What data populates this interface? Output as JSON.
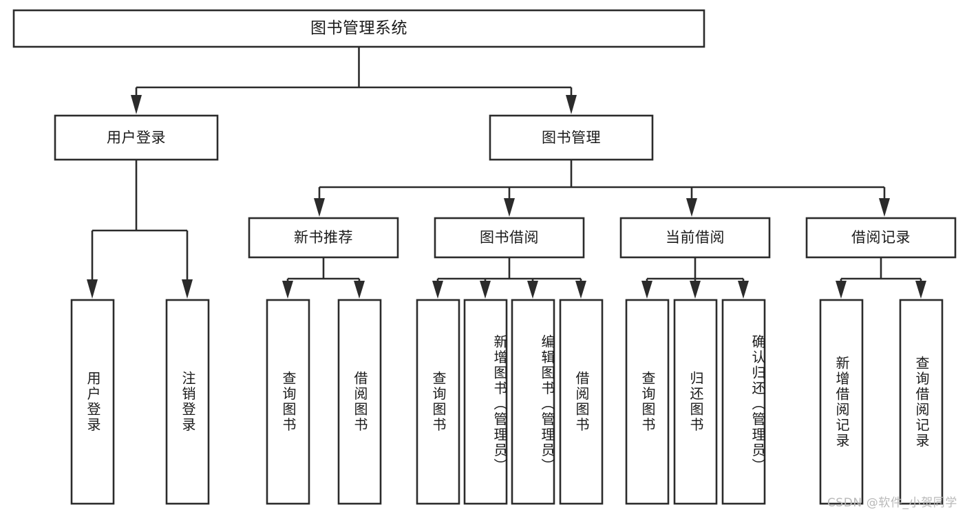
{
  "diagram": {
    "type": "tree",
    "title": "图书管理系统",
    "orientation": "top-down",
    "colors": {
      "box_stroke": "#2b2b2b",
      "box_fill": "#ffffff",
      "connector": "#2b2b2b",
      "text": "#1a1a1a",
      "background": "#ffffff",
      "watermark": "#b9b9b9"
    },
    "root": {
      "label": "图书管理系统"
    },
    "level2": [
      {
        "label": "用户登录"
      },
      {
        "label": "图书管理"
      }
    ],
    "level3": [
      {
        "label": "新书推荐"
      },
      {
        "label": "图书借阅"
      },
      {
        "label": "当前借阅"
      },
      {
        "label": "借阅记录"
      }
    ],
    "leaves": {
      "user_login": [
        {
          "label": "用户登录"
        },
        {
          "label": "注销登录"
        }
      ],
      "new_book_recommend": [
        {
          "label": "查询图书"
        },
        {
          "label": "借阅图书"
        }
      ],
      "book_borrow": [
        {
          "label": "查询图书"
        },
        {
          "label": "新增图书（管理员）"
        },
        {
          "label": "编辑图书（管理员）"
        },
        {
          "label": "借阅图书"
        }
      ],
      "current_borrow": [
        {
          "label": "查询图书"
        },
        {
          "label": "归还图书"
        },
        {
          "label": "确认归还（管理员）"
        }
      ],
      "borrow_record": [
        {
          "label": "新增借阅记录"
        },
        {
          "label": "查询借阅记录"
        }
      ]
    },
    "watermark": "CSDN @软件_小贺同学"
  }
}
